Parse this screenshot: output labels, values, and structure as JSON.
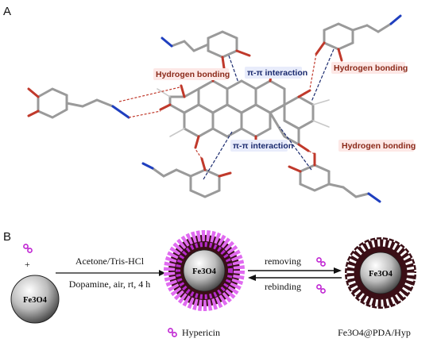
{
  "panel_a": {
    "label": "A",
    "hydrogen_bonding_label": "Hydrogen bonding",
    "pi_interaction_label": "π-π interaction"
  },
  "panel_b": {
    "label": "B",
    "plus": "+",
    "conditions_top": "Acetone/Tris-HCl",
    "conditions_bottom": "Dopamine, air, rt, 4 h",
    "removing_label": "removing",
    "rebinding_label": "rebinding",
    "core_label": "Fe3O4",
    "legend_label": "Hypericin",
    "product_label": "Fe3O4@PDA/Hyp"
  },
  "colors": {
    "carbon": "#9a9a9a",
    "oxygen": "#c0392b",
    "nitrogen": "#1f3fbf",
    "hbond": "#c0392b",
    "pi_interaction": "#1a2a6e",
    "imprint_magenta": "#d040e0",
    "shell_dark": "#3a0f16"
  }
}
